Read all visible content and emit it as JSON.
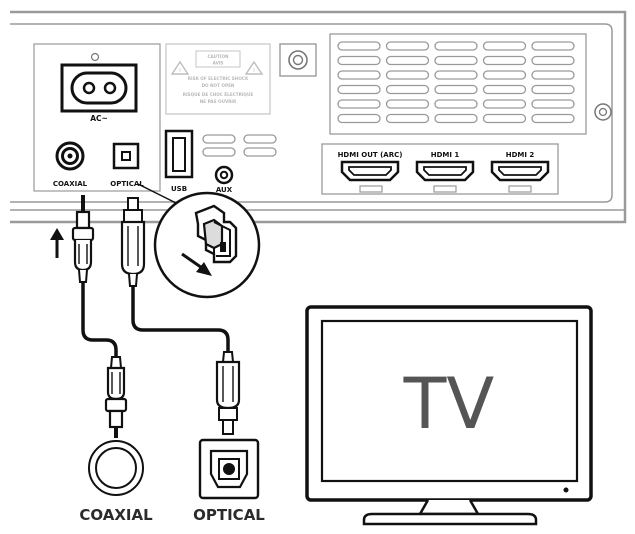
{
  "device": {
    "ac_label": "AC~",
    "warning_title": "CAUTION",
    "warning_subtitle": "AVIS",
    "warning_lines": [
      "RISK OF ELECTRIC SHOCK",
      "DO NOT OPEN",
      "RISQUE DE CHOC ÉLECTRIQUE",
      "NE PAS OUVRIR"
    ],
    "ports": {
      "coaxial": "COAXIAL",
      "optical": "OPTICAL",
      "usb": "USB",
      "aux": "AUX",
      "hdmi_out": "HDMI OUT (ARC)",
      "hdmi_1": "HDMI 1",
      "hdmi_2": "HDMI 2"
    }
  },
  "cables": {
    "coaxial_label": "COAXIAL",
    "optical_label": "OPTICAL"
  },
  "tv": {
    "label": "TV"
  },
  "colors": {
    "line": "#111111",
    "panel_stroke": "#9a9a9a",
    "tv_text": "#555555"
  }
}
